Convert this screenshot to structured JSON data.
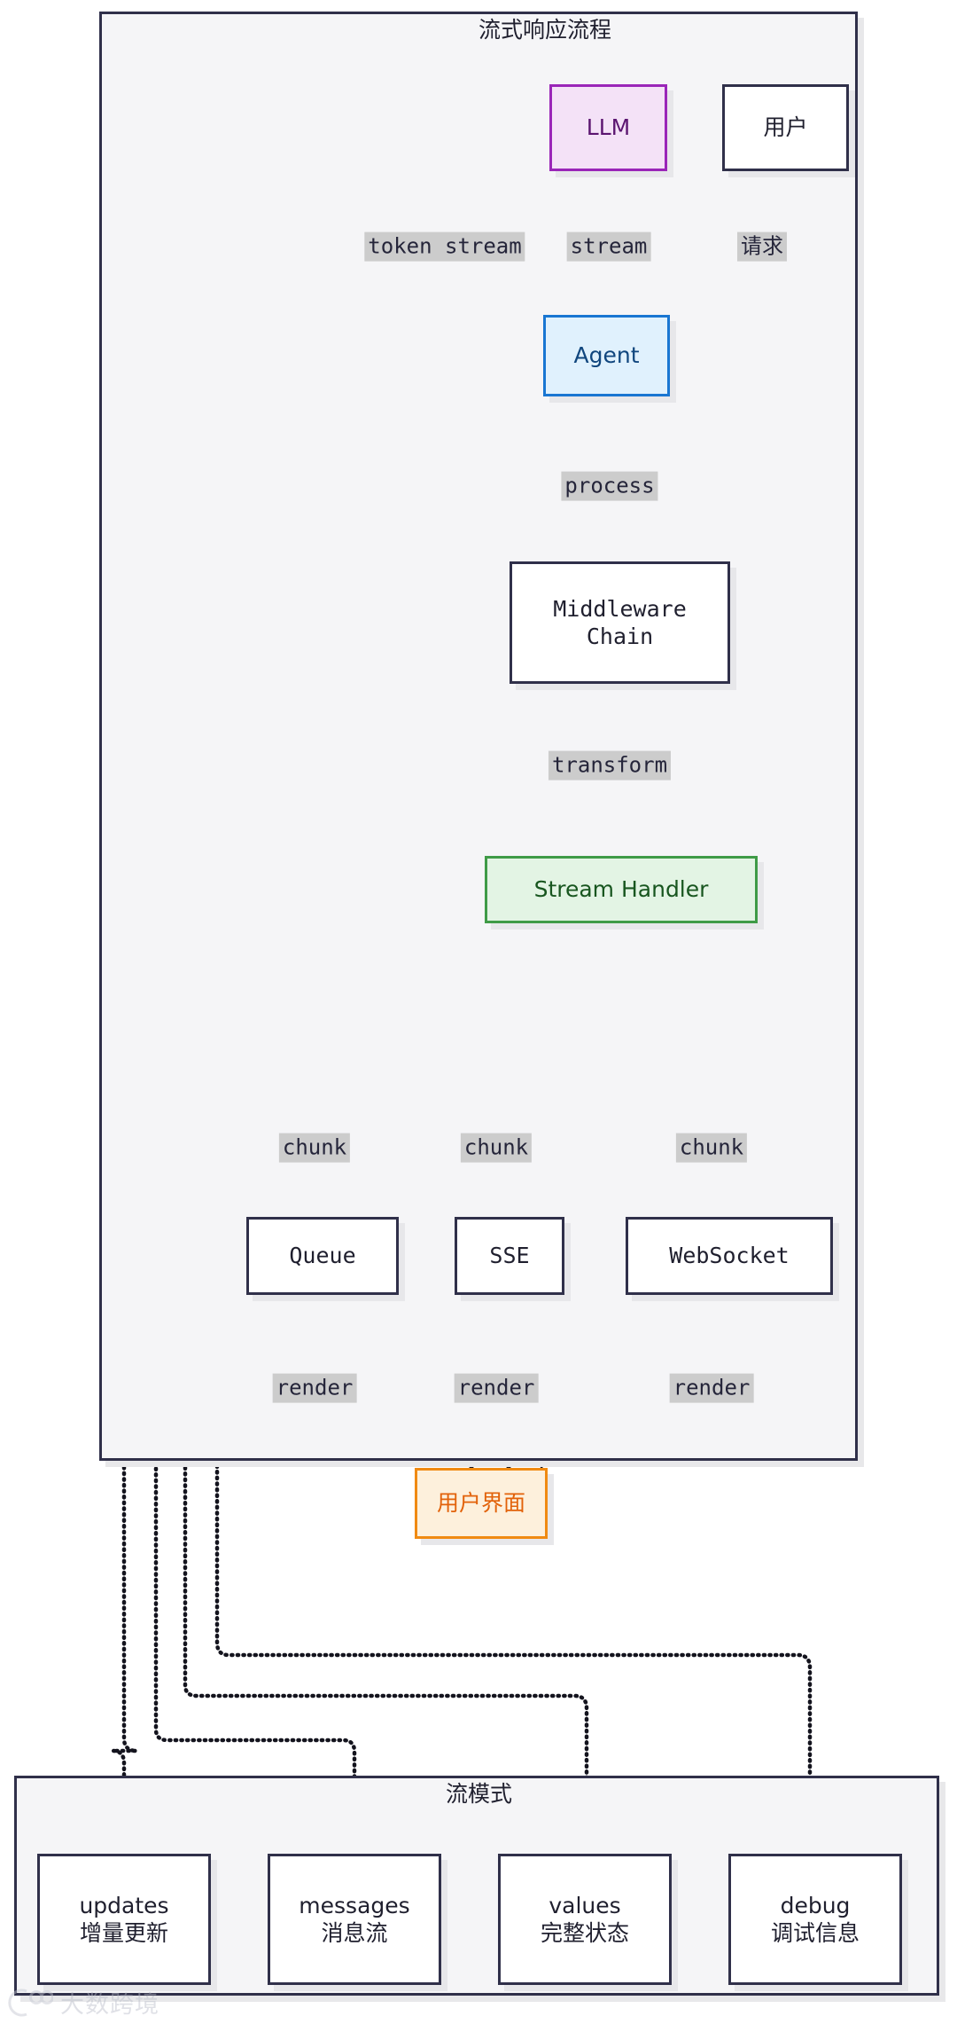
{
  "diagram": {
    "subgraphs": [
      {
        "id": "flow",
        "title": "流式响应流程"
      },
      {
        "id": "modes",
        "title": "流模式"
      }
    ],
    "nodes": [
      {
        "id": "llm",
        "label": "LLM"
      },
      {
        "id": "user",
        "label": "用户"
      },
      {
        "id": "agent",
        "label": "Agent"
      },
      {
        "id": "middleware",
        "label": "Middleware",
        "label2": "Chain"
      },
      {
        "id": "handler",
        "label": "Stream Handler"
      },
      {
        "id": "queue",
        "label": "Queue"
      },
      {
        "id": "sse",
        "label": "SSE"
      },
      {
        "id": "websocket",
        "label": "WebSocket"
      },
      {
        "id": "ui",
        "label": "用户界面"
      },
      {
        "id": "updates",
        "label": "updates",
        "label2": "增量更新"
      },
      {
        "id": "messages",
        "label": "messages",
        "label2": "消息流"
      },
      {
        "id": "values",
        "label": "values",
        "label2": "完整状态"
      },
      {
        "id": "debug",
        "label": "debug",
        "label2": "调试信息"
      }
    ],
    "edges": [
      {
        "from": "llm",
        "to": "agent",
        "label": "token stream",
        "style": "solid"
      },
      {
        "from": "agent",
        "to": "llm",
        "label": "stream",
        "style": "solid"
      },
      {
        "from": "user",
        "to": "agent",
        "label": "请求",
        "style": "solid"
      },
      {
        "from": "agent",
        "to": "middleware",
        "label": "process",
        "style": "solid"
      },
      {
        "from": "middleware",
        "to": "handler",
        "label": "transform",
        "style": "solid"
      },
      {
        "from": "handler",
        "to": "queue",
        "label": "chunk",
        "style": "solid"
      },
      {
        "from": "handler",
        "to": "sse",
        "label": "chunk",
        "style": "solid"
      },
      {
        "from": "handler",
        "to": "websocket",
        "label": "chunk",
        "style": "solid"
      },
      {
        "from": "queue",
        "to": "ui",
        "label": "render",
        "style": "solid"
      },
      {
        "from": "sse",
        "to": "ui",
        "label": "render",
        "style": "solid"
      },
      {
        "from": "websocket",
        "to": "ui",
        "label": "render",
        "style": "solid"
      },
      {
        "from": "handler",
        "to": "updates",
        "label": "",
        "style": "dotted"
      },
      {
        "from": "handler",
        "to": "messages",
        "label": "",
        "style": "dotted"
      },
      {
        "from": "handler",
        "to": "values",
        "label": "",
        "style": "dotted"
      },
      {
        "from": "handler",
        "to": "debug",
        "label": "",
        "style": "dotted"
      }
    ],
    "edge_labels": [
      {
        "id": "token-stream",
        "text": "token stream"
      },
      {
        "id": "stream",
        "text": "stream"
      },
      {
        "id": "request",
        "text": "请求"
      },
      {
        "id": "process",
        "text": "process"
      },
      {
        "id": "transform",
        "text": "transform"
      },
      {
        "id": "chunk-queue",
        "text": "chunk"
      },
      {
        "id": "chunk-sse",
        "text": "chunk"
      },
      {
        "id": "chunk-ws",
        "text": "chunk"
      },
      {
        "id": "render-queue",
        "text": "render"
      },
      {
        "id": "render-sse",
        "text": "render"
      },
      {
        "id": "render-ws",
        "text": "render"
      }
    ],
    "colors": {
      "llm_fill": "#f4e2f7",
      "llm_stroke": "#9a26b8",
      "agent_fill": "#e0f1fd",
      "agent_stroke": "#1976d2",
      "handler_fill": "#e3f4e4",
      "handler_stroke": "#3f9b47",
      "ui_fill": "#fdf0dc",
      "ui_stroke": "#f08a12",
      "default_stroke": "#30304a",
      "subgraph_fill": "#f5f5f7",
      "edge_label_bg": "#cccccc",
      "edge": "#14141e"
    },
    "watermark": {
      "text": "大数跨境",
      "mark": "100"
    }
  }
}
